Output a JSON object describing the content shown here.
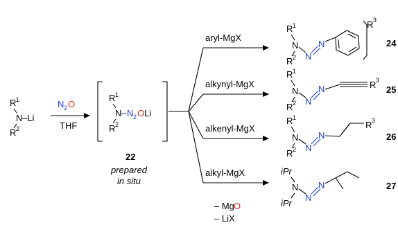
{
  "start": {
    "r1": "R",
    "r1_sup": "1",
    "n": "N",
    "li": "–Li",
    "r2": "R",
    "r2_sup": "2"
  },
  "reagent": {
    "n2o_n": "N",
    "n2o_sub": "2",
    "n2o_o": "O",
    "solvent": "THF"
  },
  "intermediate": {
    "r1": "R",
    "r1_sup": "1",
    "n": "N",
    "dash1": "–",
    "n2": "N",
    "n2_sub": "2",
    "o": "O",
    "li": "Li",
    "r2": "R",
    "r2_sup": "2",
    "number": "22",
    "note_line1": "prepared",
    "note_line2": "in situ"
  },
  "reagents": [
    {
      "label": "aryl-MgX",
      "product": "24"
    },
    {
      "label": "alkynyl-MgX",
      "product": "25"
    },
    {
      "label": "alkenyl-MgX",
      "product": "26"
    },
    {
      "label": "alkyl-MgX",
      "product": "27"
    }
  ],
  "products": {
    "p24": {
      "r1": "R",
      "r1_sup": "1",
      "n1": "N",
      "n2": "N",
      "n3": "N",
      "r2": "R",
      "r2_sup": "2",
      "r3": "R",
      "r3_sup": "3"
    },
    "p25": {
      "r1": "R",
      "r1_sup": "1",
      "n1": "N",
      "n2": "N",
      "n3": "N",
      "r2": "R",
      "r2_sup": "2",
      "r3": "R",
      "r3_sup": "3"
    },
    "p26": {
      "r1": "R",
      "r1_sup": "1",
      "n1": "N",
      "n2": "N",
      "n3": "N",
      "r2": "R",
      "r2_sup": "2",
      "r3": "R",
      "r3_sup": "3"
    },
    "p27": {
      "ipr_a": "iPr",
      "ipr_b": "iPr",
      "n1": "N",
      "n2": "N",
      "n3": "N"
    }
  },
  "byproducts": {
    "mgo_dash": "– Mg",
    "mgo_o": "O",
    "lix": "– LiX"
  },
  "colors": {
    "nitrogen": "#1f3fd6",
    "oxygen": "#e0261c"
  }
}
